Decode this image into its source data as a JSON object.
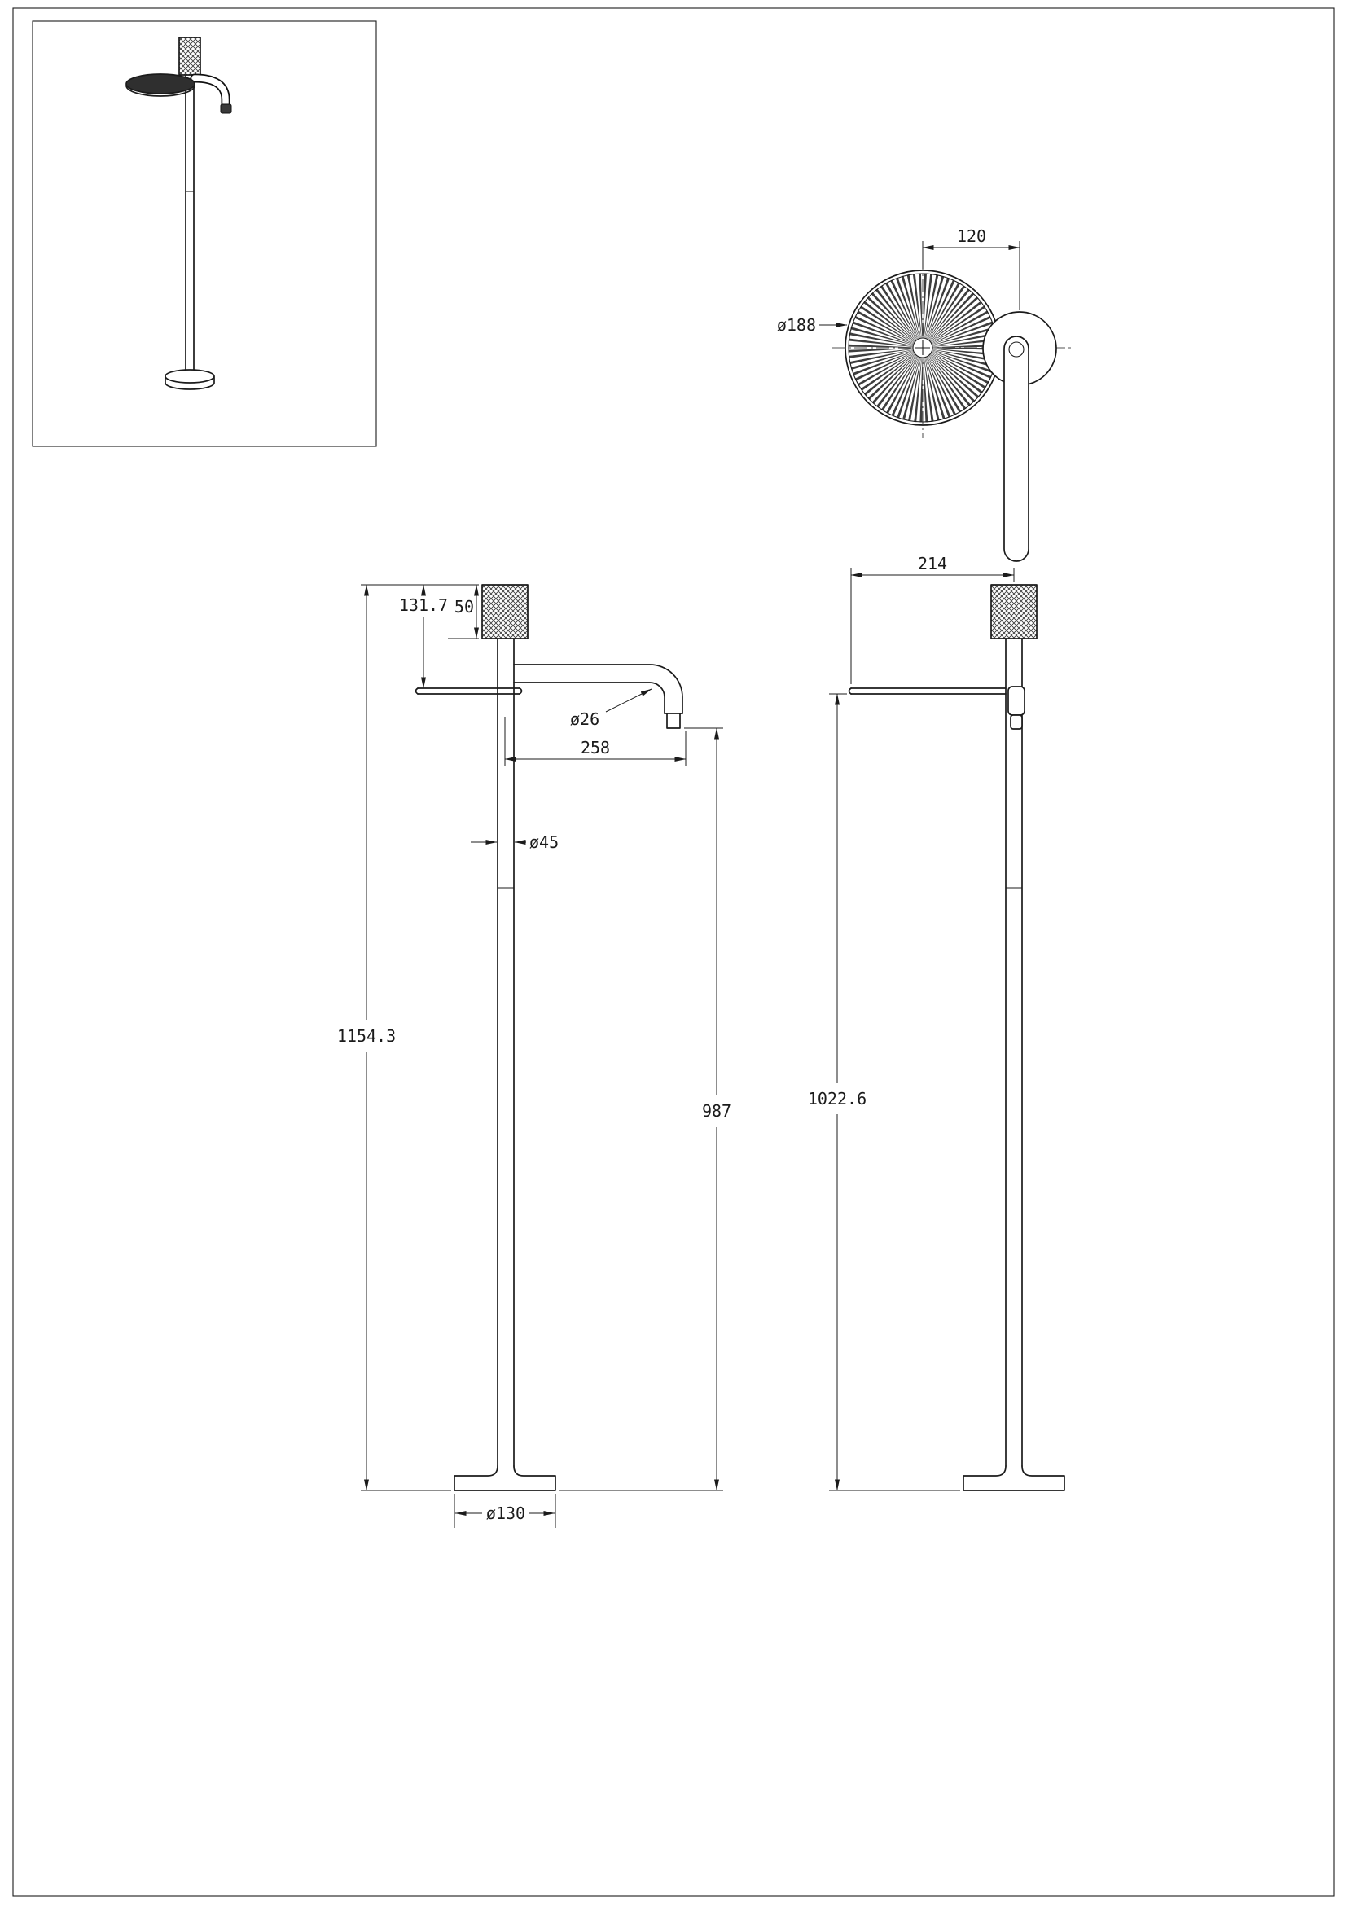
{
  "sheet": {
    "background": "#ffffff",
    "ink": "#1b1b1b"
  },
  "top_view": {
    "dims": {
      "handle_offset": "120",
      "head_diameter": "ø188"
    }
  },
  "front_view": {
    "dims": {
      "knurl_height": "50",
      "top_to_deck": "131.7",
      "spout_diameter": "ø26",
      "spout_reach": "258",
      "column_diameter": "ø45",
      "overall_height": "1154.3",
      "outlet_height": "987",
      "base_diameter": "ø130"
    }
  },
  "side_view": {
    "dims": {
      "deck_depth": "214",
      "deck_height": "1022.6"
    }
  }
}
